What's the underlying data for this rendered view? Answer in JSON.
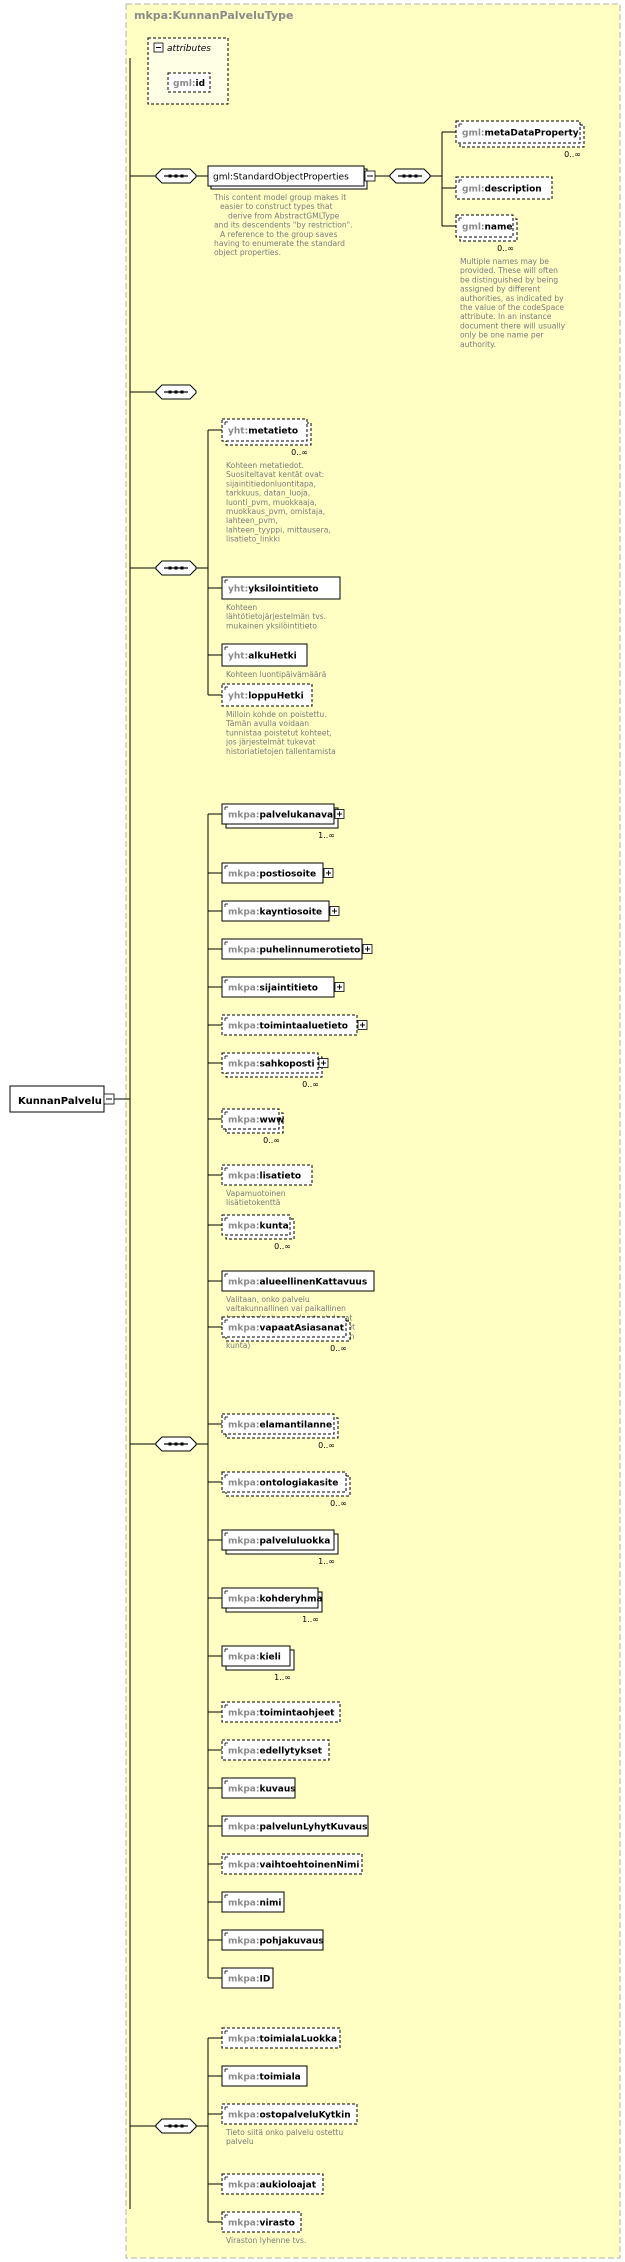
{
  "type_name": "mkpa:KunnanPalveluType",
  "root": {
    "name": "KunnanPalvelu"
  },
  "attributes": {
    "label": "attributes",
    "items": [
      {
        "prefix": "gml:",
        "name": "id"
      }
    ]
  },
  "sequences": [
    {
      "id": "seq-gml",
      "group": {
        "prefix": "gml:",
        "name": "StandardObjectProperties",
        "doc": [
          "This content model group makes it",
          "easier to construct types that",
          "derive from AbstractGMLType",
          "and its descendents \"by restriction\".",
          "A reference to the group saves",
          "having to enumerate the standard",
          "object properties."
        ]
      },
      "children": [
        {
          "prefix": "gml:",
          "name": "metaDataProperty",
          "optional": true,
          "multi": true,
          "occurs": "0..∞"
        },
        {
          "prefix": "gml:",
          "name": "description",
          "optional": true
        },
        {
          "prefix": "gml:",
          "name": "name",
          "optional": true,
          "multi": true,
          "occurs": "0..∞",
          "doc": [
            "Multiple names may be",
            "provided.  These will often",
            "be distinguished by being",
            "assigned by different",
            "authorities, as indicated by",
            "the value of the codeSpace",
            "attribute.  In an instance",
            "document there will usually",
            "only be one name per",
            "authority."
          ]
        }
      ]
    },
    {
      "id": "seq-empty",
      "children": []
    },
    {
      "id": "seq-yht",
      "children": [
        {
          "prefix": "yht:",
          "name": "metatieto",
          "optional": true,
          "multi": true,
          "occurs": "0..∞",
          "doc": [
            "Kohteen metatiedot.",
            "Suositeltavat kentät ovat:",
            "sijaintitiedonluontitapa,",
            "tarkkuus, datan_luoja,",
            "luonti_pvm, muokkaaja,",
            "muokkaus_pvm, omistaja,",
            "lahteen_pvm,",
            "lahteen_tyyppi, mittausera,",
            "lisatieto_linkki"
          ]
        },
        {
          "prefix": "yht:",
          "name": "yksilointitieto",
          "optional": false,
          "doc": [
            "Kohteen",
            "lähtötietojärjestelmän  tvs.",
            "mukainen yksilöintitieto"
          ]
        },
        {
          "prefix": "yht:",
          "name": "alkuHetki",
          "optional": false,
          "doc": [
            "Kohteen luontipäivämäärä"
          ]
        },
        {
          "prefix": "yht:",
          "name": "loppuHetki",
          "optional": true,
          "doc": [
            "Milloin kohde on poistettu.",
            "Tämän avulla voidaan",
            "tunnistaa poistetut kohteet,",
            "jos järjestelmät tukevat",
            "historiatietojen tallentamista"
          ]
        }
      ]
    },
    {
      "id": "seq-mkpa",
      "children": [
        {
          "prefix": "mkpa:",
          "name": "palvelukanava",
          "multi": true,
          "plus": true,
          "occurs": "1..∞"
        },
        {
          "prefix": "mkpa:",
          "name": "postiosoite",
          "plus": true
        },
        {
          "prefix": "mkpa:",
          "name": "kayntiosoite",
          "plus": true
        },
        {
          "prefix": "mkpa:",
          "name": "puhelinnumerotieto",
          "plus": true
        },
        {
          "prefix": "mkpa:",
          "name": "sijaintitieto",
          "plus": true
        },
        {
          "prefix": "mkpa:",
          "name": "toimintaaluetieto",
          "optional": true,
          "plus": true
        },
        {
          "prefix": "mkpa:",
          "name": "sahkoposti",
          "optional": true,
          "multi": true,
          "plus": true,
          "occurs": "0..∞"
        },
        {
          "prefix": "mkpa:",
          "name": "www",
          "optional": true,
          "multi": true,
          "occurs": "0..∞"
        },
        {
          "prefix": "mkpa:",
          "name": "lisatieto",
          "optional": true,
          "doc": [
            "Vapamuotoinen",
            "lisätietokenttä"
          ]
        },
        {
          "prefix": "mkpa:",
          "name": "kunta",
          "optional": true,
          "multi": true,
          "occurs": "0..∞"
        },
        {
          "prefix": "mkpa:",
          "name": "alueellinenKattavuus",
          "doc": [
            "Valitaan, onko palvelu",
            "valtakunnallinen vai paikallinen",
            "(seutupalvelu, maakunta, tulevat",
            "sote-alueet, muutamat yksittäiset",
            "kunnat, kaikki kunnat, yksittäinen",
            "kunta)"
          ]
        },
        {
          "prefix": "mkpa:",
          "name": "vapaatAsiasanat",
          "optional": true,
          "multi": true,
          "occurs": "0..∞"
        },
        {
          "prefix": "mkpa:",
          "name": "elamantilanne",
          "optional": true,
          "multi": true,
          "occurs": "0..∞"
        },
        {
          "prefix": "mkpa:",
          "name": "ontologiakasite",
          "optional": true,
          "multi": true,
          "occurs": "0..∞"
        },
        {
          "prefix": "mkpa:",
          "name": "palveluluokka",
          "multi": true,
          "occurs": "1..∞"
        },
        {
          "prefix": "mkpa:",
          "name": "kohderyhma",
          "multi": true,
          "occurs": "1..∞"
        },
        {
          "prefix": "mkpa:",
          "name": "kieli",
          "multi": true,
          "occurs": "1..∞"
        },
        {
          "prefix": "mkpa:",
          "name": "toimintaohjeet",
          "optional": true
        },
        {
          "prefix": "mkpa:",
          "name": "edellytykset",
          "optional": true
        },
        {
          "prefix": "mkpa:",
          "name": "kuvaus"
        },
        {
          "prefix": "mkpa:",
          "name": "palvelunLyhytKuvaus"
        },
        {
          "prefix": "mkpa:",
          "name": "vaihtoehtoinenNimi",
          "optional": true
        },
        {
          "prefix": "mkpa:",
          "name": "nimi"
        },
        {
          "prefix": "mkpa:",
          "name": "pohjakuvaus"
        },
        {
          "prefix": "mkpa:",
          "name": "ID"
        }
      ]
    },
    {
      "id": "seq-extra",
      "children": [
        {
          "prefix": "mkpa:",
          "name": "toimialaLuokka",
          "optional": true
        },
        {
          "prefix": "mkpa:",
          "name": "toimiala"
        },
        {
          "prefix": "mkpa:",
          "name": "ostopalveluKytkin",
          "optional": true,
          "doc": [
            "Tieto siitä onko palvelu ostettu",
            "palvelu"
          ]
        },
        {
          "prefix": "mkpa:",
          "name": "aukioloajat",
          "optional": true
        },
        {
          "prefix": "mkpa:",
          "name": "virasto",
          "optional": true,
          "doc": [
            "Viraston lyhenne tvs."
          ]
        }
      ]
    }
  ],
  "colors": {
    "type_fill": "#ffffc4",
    "type_border": "#b0b0b0",
    "box_fill": "#ffffff",
    "line": "#000000",
    "prefix": "#8a8a8a",
    "doc": "#7a7a7a"
  }
}
